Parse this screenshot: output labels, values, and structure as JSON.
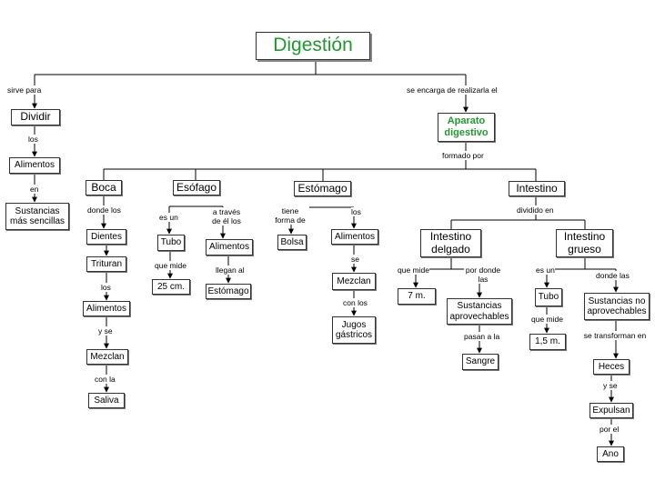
{
  "title": "Digestión",
  "top_links": {
    "left": "sirve para",
    "right": "se encarga de realizarla el"
  },
  "left": {
    "dividir": "Dividir",
    "los": "los",
    "alimentos": "Alimentos",
    "en": "en",
    "sustancias": "Sustancias más sencillas"
  },
  "aparato": {
    "label": "Aparato digestivo",
    "formado_por": "formado por"
  },
  "boca": {
    "label": "Boca",
    "donde_los": "donde los",
    "dientes": "Dientes",
    "trituran": "Trituran",
    "los": "los",
    "alimentos": "Alimentos",
    "y_se": "y se",
    "mezclan": "Mezclan",
    "con_la": "con la",
    "saliva": "Saliva"
  },
  "esofago": {
    "label": "Esófago",
    "es_un": "es un",
    "tubo": "Tubo",
    "que_mide": "que mide",
    "medida": "25 cm.",
    "a_traves": "a través de él los",
    "alimentos": "Alimentos",
    "llegan_al": "llegan al",
    "estomago": "Estómago"
  },
  "estomago": {
    "label": "Estómago",
    "tiene_forma": "tiene forma de",
    "bolsa": "Bolsa",
    "los": "los",
    "alimentos": "Alimentos",
    "se": "se",
    "mezclan": "Mezclan",
    "con_los": "con los",
    "jugos": "Jugos gástricos"
  },
  "intestino": {
    "label": "Intestino",
    "dividido_en": "dividido en",
    "delgado": {
      "label": "Intestino delgado",
      "que_mide": "que mide",
      "medida": "7 m.",
      "por_donde": "por donde las",
      "sustancias": "Sustancias aprovechables",
      "pasan_a_la": "pasan a la",
      "sangre": "Sangre"
    },
    "grueso": {
      "label": "Intestino grueso",
      "es_un": "es un",
      "tubo": "Tubo",
      "que_mide": "que mide",
      "medida": "1,5 m.",
      "donde_las": "donde las",
      "sustancias": "Sustancias no aprovechables",
      "se_transforman": "se transforman en",
      "heces": "Heces",
      "y_se": "y se",
      "expulsan": "Expulsan",
      "por_el": "por el",
      "ano": "Ano"
    }
  }
}
